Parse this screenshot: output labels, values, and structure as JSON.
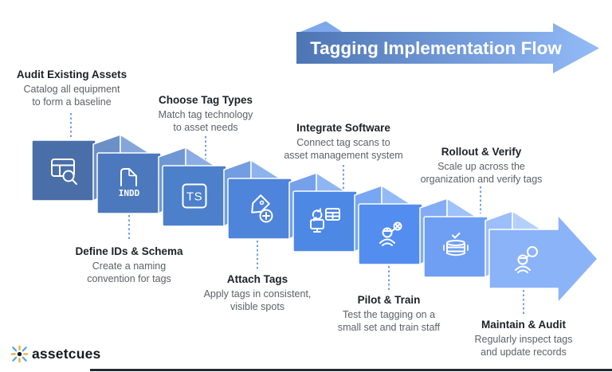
{
  "banner": {
    "title": "Tagging Implementation Flow"
  },
  "steps": [
    {
      "title": "Audit Existing Assets",
      "desc": [
        "Catalog all equipment",
        "to form a baseline"
      ],
      "icon": "table-search"
    },
    {
      "title": "Define IDs & Schema",
      "desc": [
        "Create a naming",
        "convention for tags"
      ],
      "icon": "indd-file",
      "icon_label": "INDD"
    },
    {
      "title": "Choose Tag Types",
      "desc": [
        "Match tag technology",
        "to asset needs"
      ],
      "icon": "ts-badge",
      "icon_label": "TS"
    },
    {
      "title": "Attach Tags",
      "desc": [
        "Apply tags in consistent,",
        "visible spots"
      ],
      "icon": "tag-add"
    },
    {
      "title": "Integrate Software",
      "desc": [
        "Connect tag scans to",
        "asset management system"
      ],
      "icon": "sync-system"
    },
    {
      "title": "Pilot & Train",
      "desc": [
        "Test the tagging on a",
        "small set and train staff"
      ],
      "icon": "pilot-person"
    },
    {
      "title": "Rollout & Verify",
      "desc": [
        "Scale up across the",
        "organization and verify tags"
      ],
      "icon": "server-check"
    },
    {
      "title": "Maintain & Audit",
      "desc": [
        "Regularly inspect tags",
        "and update records"
      ],
      "icon": "person-search"
    }
  ],
  "logo": {
    "text": "assetcues"
  },
  "colors": {
    "banner_left": "#4d75b4",
    "banner_right": "#93bbf8",
    "banner_fold": "#7ea8ea",
    "panels": [
      "#4a6ea7",
      "#4c79bd",
      "#4d80cb",
      "#4e84d9",
      "#4e88e5",
      "#548df0",
      "#6f9ff3"
    ],
    "folds_mid": [
      "#6b90c6",
      "#6f97d4",
      "#729de0",
      "#74a1ea",
      "#77a6f2",
      "#83acf5",
      "#9cbef9"
    ],
    "folds_light": [
      "#85a6d8",
      "#8aade3",
      "#8db3ec",
      "#8fb6f2",
      "#92baf7",
      "#9fc2fa",
      "#b4cffb"
    ],
    "arrow": "#8bb3f8",
    "dash": "#4a86e8",
    "icon_stroke": "#ffffff",
    "title_text": "#1d2127",
    "desc_text": "#5c6167",
    "logo_blue": "#54aae4",
    "logo_orange": "#f0a63e"
  }
}
